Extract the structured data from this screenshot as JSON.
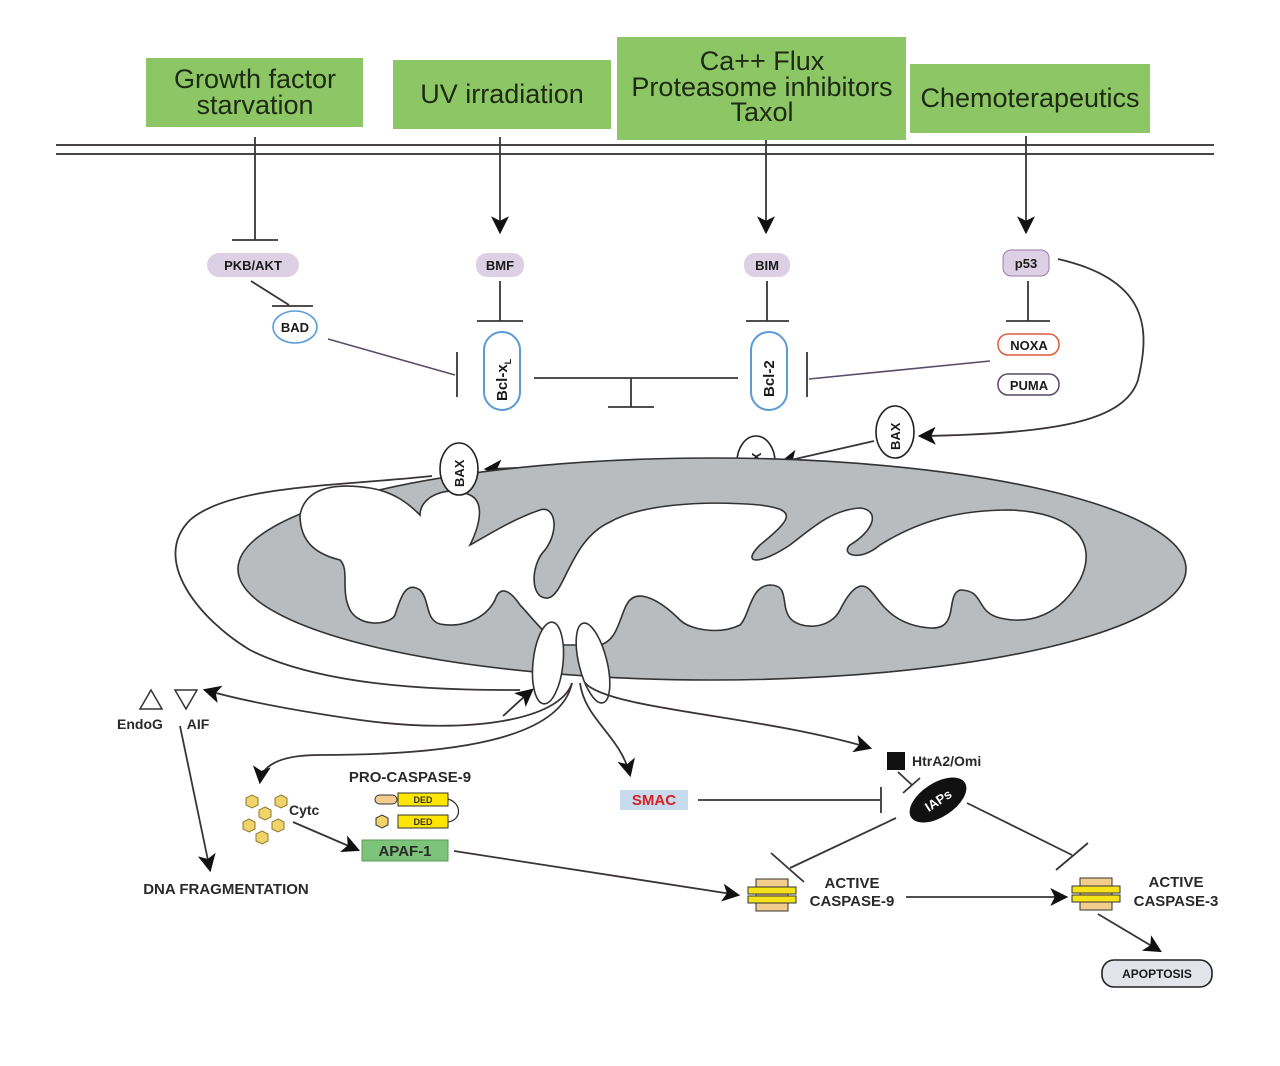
{
  "title": "Apoptosis signaling pathway (mitochondrial)",
  "stimuli": [
    {
      "id": "growth",
      "lines": [
        "Growth factor",
        "starvation"
      ]
    },
    {
      "id": "uv",
      "lines": [
        "UV irradiation"
      ]
    },
    {
      "id": "ca",
      "lines": [
        "Ca++ Flux",
        "Proteasome inhibitors",
        "Taxol"
      ]
    },
    {
      "id": "chemo",
      "lines": [
        "Chemoterapeutics"
      ]
    }
  ],
  "nodes": {
    "pkb": "PKB/AKT",
    "bmf": "BMF",
    "bim": "BIM",
    "p53": "p53",
    "bad": "BAD",
    "bclxl": "Bcl-x",
    "bclxl_sub": "L",
    "bcl2": "Bcl-2",
    "noxa": "NOXA",
    "puma": "PUMA",
    "bax": "BAX",
    "endog": "EndoG",
    "aif": "AIF",
    "dna_frag": "DNA FRAGMENTATION",
    "procasp9": "PRO-CASPASE-9",
    "ded": "DED",
    "cytc": "Cytc",
    "apaf1": "APAF-1",
    "smac": "SMAC",
    "htra2": "HtrA2/Omi",
    "iaps": "IAPs",
    "active_casp9": [
      "ACTIVE",
      "CASPASE-9"
    ],
    "active_casp3": [
      "ACTIVE",
      "CASPASE-3"
    ],
    "apoptosis": "APOPTOSIS"
  },
  "colors": {
    "stimulus_fill": "#8dc665",
    "protein_fill": "#ddd0e4",
    "bcl_border": "#5b9bd5",
    "noxa_border": "#e05a3a",
    "mito_fill": "#b8bcbf",
    "smac_fill": "#c8daee",
    "smac_text": "#d42020",
    "apaf_fill": "#7cc47a",
    "cyt_fill": "#f2d36a",
    "ded_fill": "#ffe600",
    "caspase_light": "#f2cd8e",
    "caspase_yellow": "#f6e21a",
    "apoptosis_fill": "#e2e4ea"
  }
}
